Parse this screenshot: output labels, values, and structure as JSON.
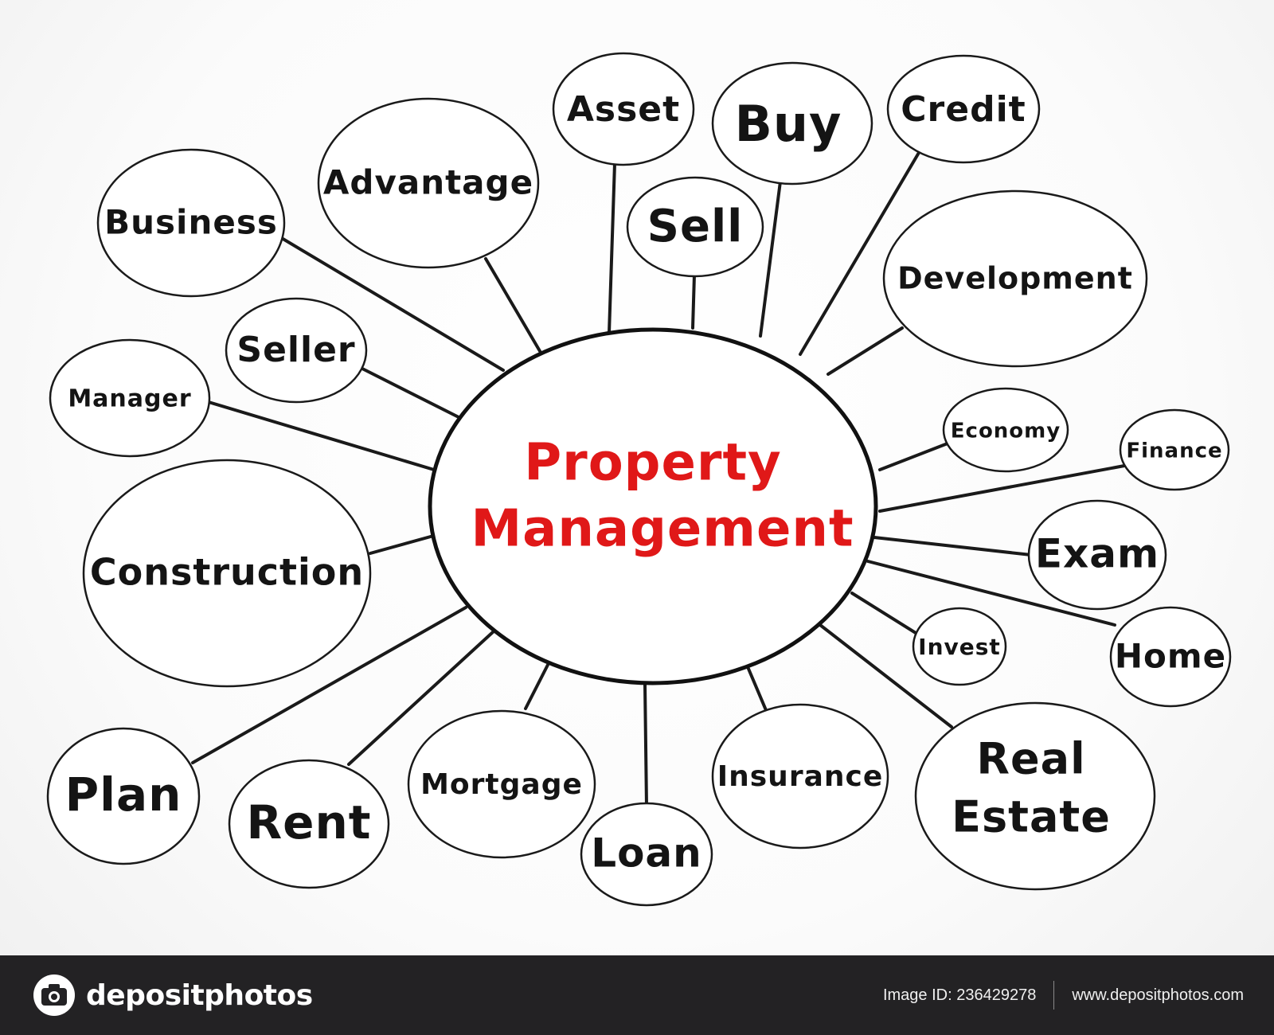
{
  "center": {
    "lines": [
      "Property",
      "Management"
    ],
    "color": "#e01818"
  },
  "nodes": {
    "business": "Business",
    "advantage": "Advantage",
    "asset": "Asset",
    "buy": "Buy",
    "sell": "Sell",
    "credit": "Credit",
    "development": "Development",
    "seller": "Seller",
    "manager": "Manager",
    "economy": "Economy",
    "finance": "Finance",
    "construction": "Construction",
    "exam": "Exam",
    "home": "Home",
    "invest": "Invest",
    "plan": "Plan",
    "rent": "Rent",
    "mortgage": "Mortgage",
    "loan": "Loan",
    "insurance": "Insurance",
    "real_estate_line1": "Real",
    "real_estate_line2": "Estate"
  },
  "footer": {
    "logo_text": "depositphotos",
    "image_id": "Image ID: 236429278",
    "url": "www.depositphotos.com",
    "background": "#232224"
  }
}
